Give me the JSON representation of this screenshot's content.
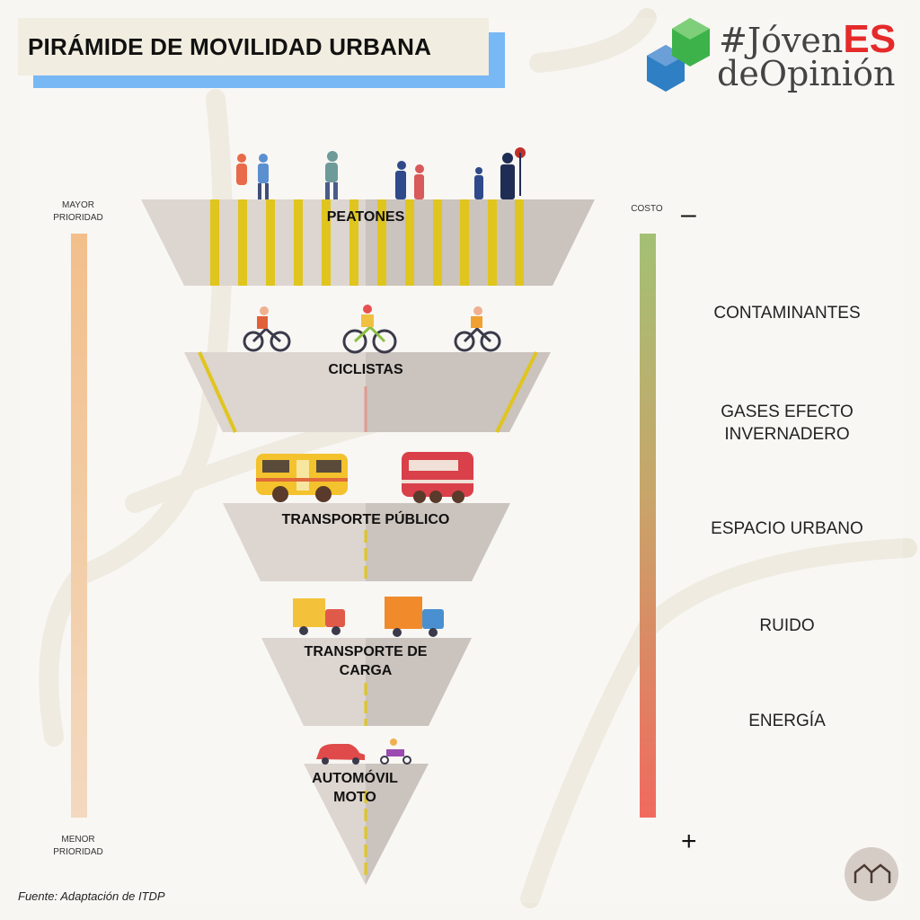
{
  "title": "PIRÁMIDE DE MOVILIDAD URBANA",
  "logo": {
    "hash_text": "#Jóven",
    "es": "ES",
    "line2": "deOpinión"
  },
  "priority": {
    "top": [
      "MAYOR",
      "PRIORIDAD"
    ],
    "bottom": [
      "MENOR",
      "PRIORIDAD"
    ]
  },
  "cost": {
    "label": "COSTO",
    "minus": "–",
    "plus": "+",
    "items": [
      "CONTAMINANTES",
      "GASES EFECTO INVERNADERO",
      "ESPACIO URBANO",
      "RUIDO",
      "ENERGÍA"
    ]
  },
  "levels": [
    {
      "label": "PEATONES",
      "icon": "pedestrians-icon"
    },
    {
      "label": "CICLISTAS",
      "icon": "bicycles-icon"
    },
    {
      "label": "TRANSPORTE PÚBLICO",
      "icon": "bus-icon"
    },
    {
      "label": "TRANSPORTE DE CARGA",
      "icon": "truck-icon"
    },
    {
      "label": "AUTOMÓVIL MOTO",
      "icon": "car-moto-icon"
    }
  ],
  "source": "Fuente: Adaptación de ITDP",
  "colors": {
    "title_shadow": "#78b8f5",
    "es": "#e52a2a",
    "cost_top": "#a3c074",
    "cost_bottom": "#f06a5e",
    "priority": "#f2c08d",
    "stripe": "#e0c51e"
  }
}
